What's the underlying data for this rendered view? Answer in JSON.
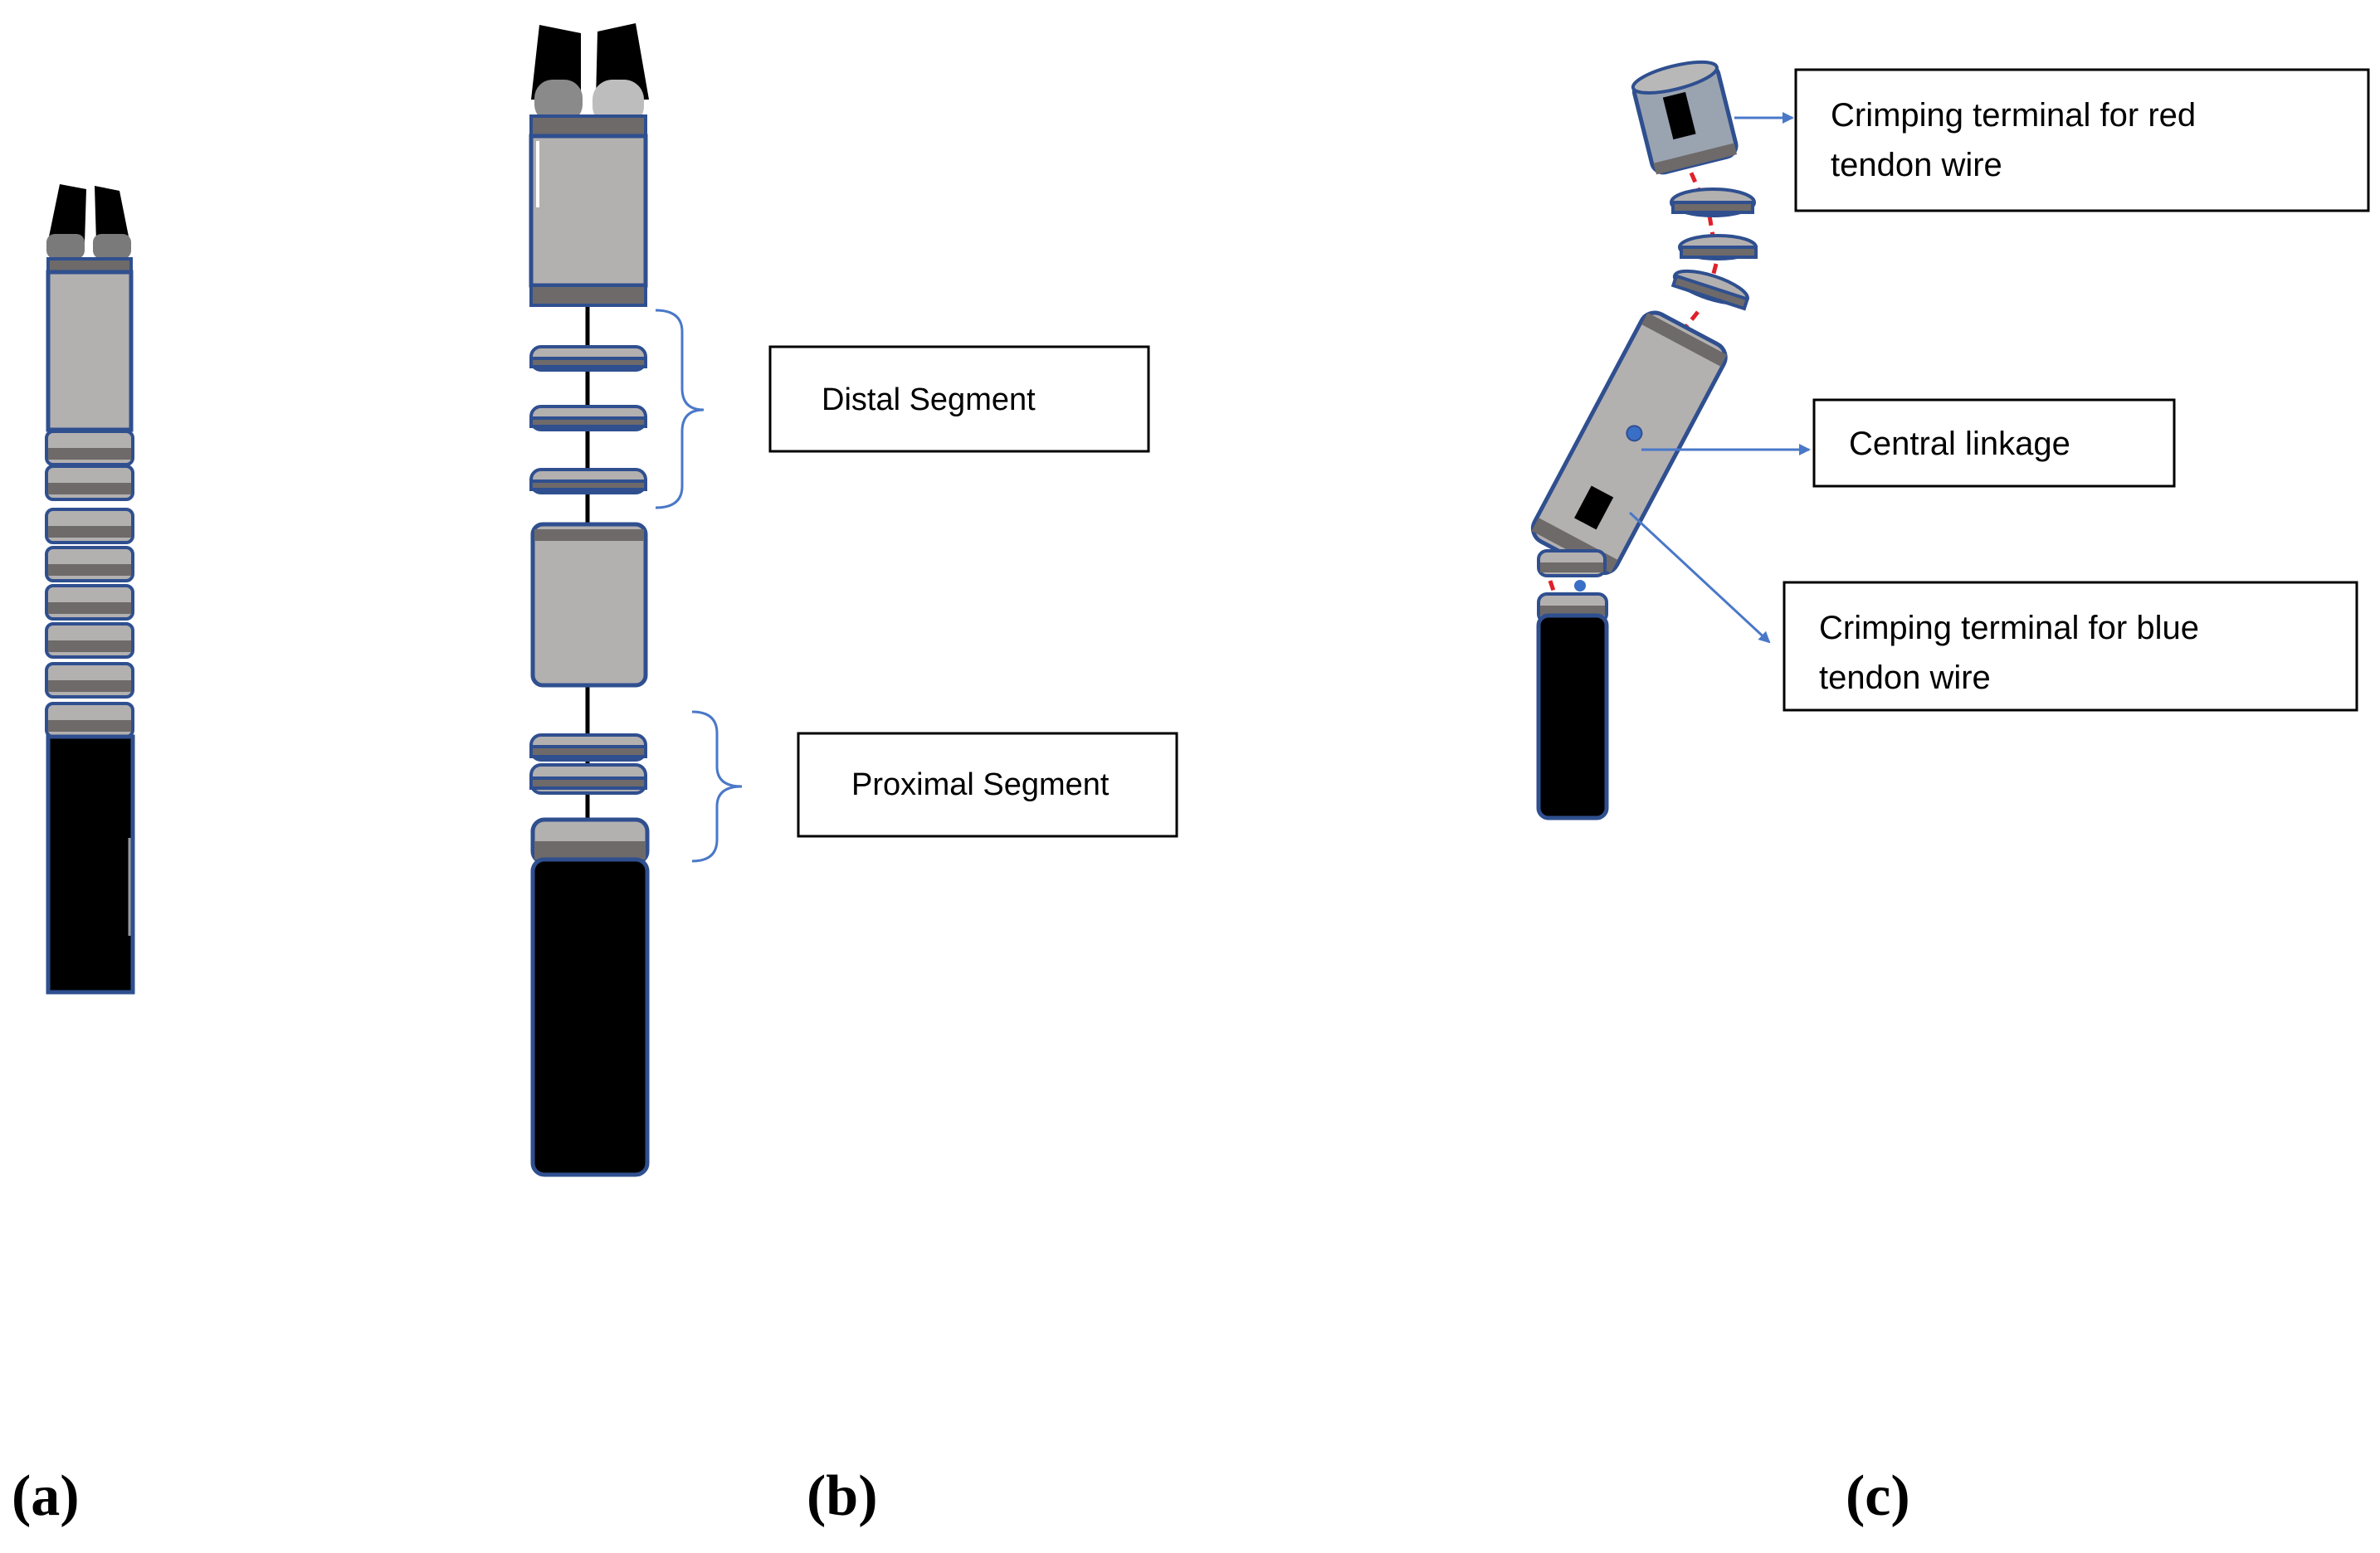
{
  "labels": {
    "distal": "Distal Segment",
    "proximal": "Proximal Segment",
    "red_terminal_line1": "Crimping terminal for red",
    "red_terminal_line2": "tendon wire",
    "central_linkage": "Central linkage",
    "blue_terminal_line1": "Crimping terminal for blue",
    "blue_terminal_line2": "tendon wire"
  },
  "panels": {
    "a": "(a)",
    "b": "(b)",
    "c": "(c)"
  },
  "colors": {
    "outline": "#2f4f8f",
    "body": "#b3b0b0",
    "band": "#6e6a6a",
    "black": "#000000",
    "red_wire": "#e0202a",
    "blue_dot": "#3a6fc8",
    "arrow": "#4a78c8",
    "bracket": "#4a78c8"
  }
}
